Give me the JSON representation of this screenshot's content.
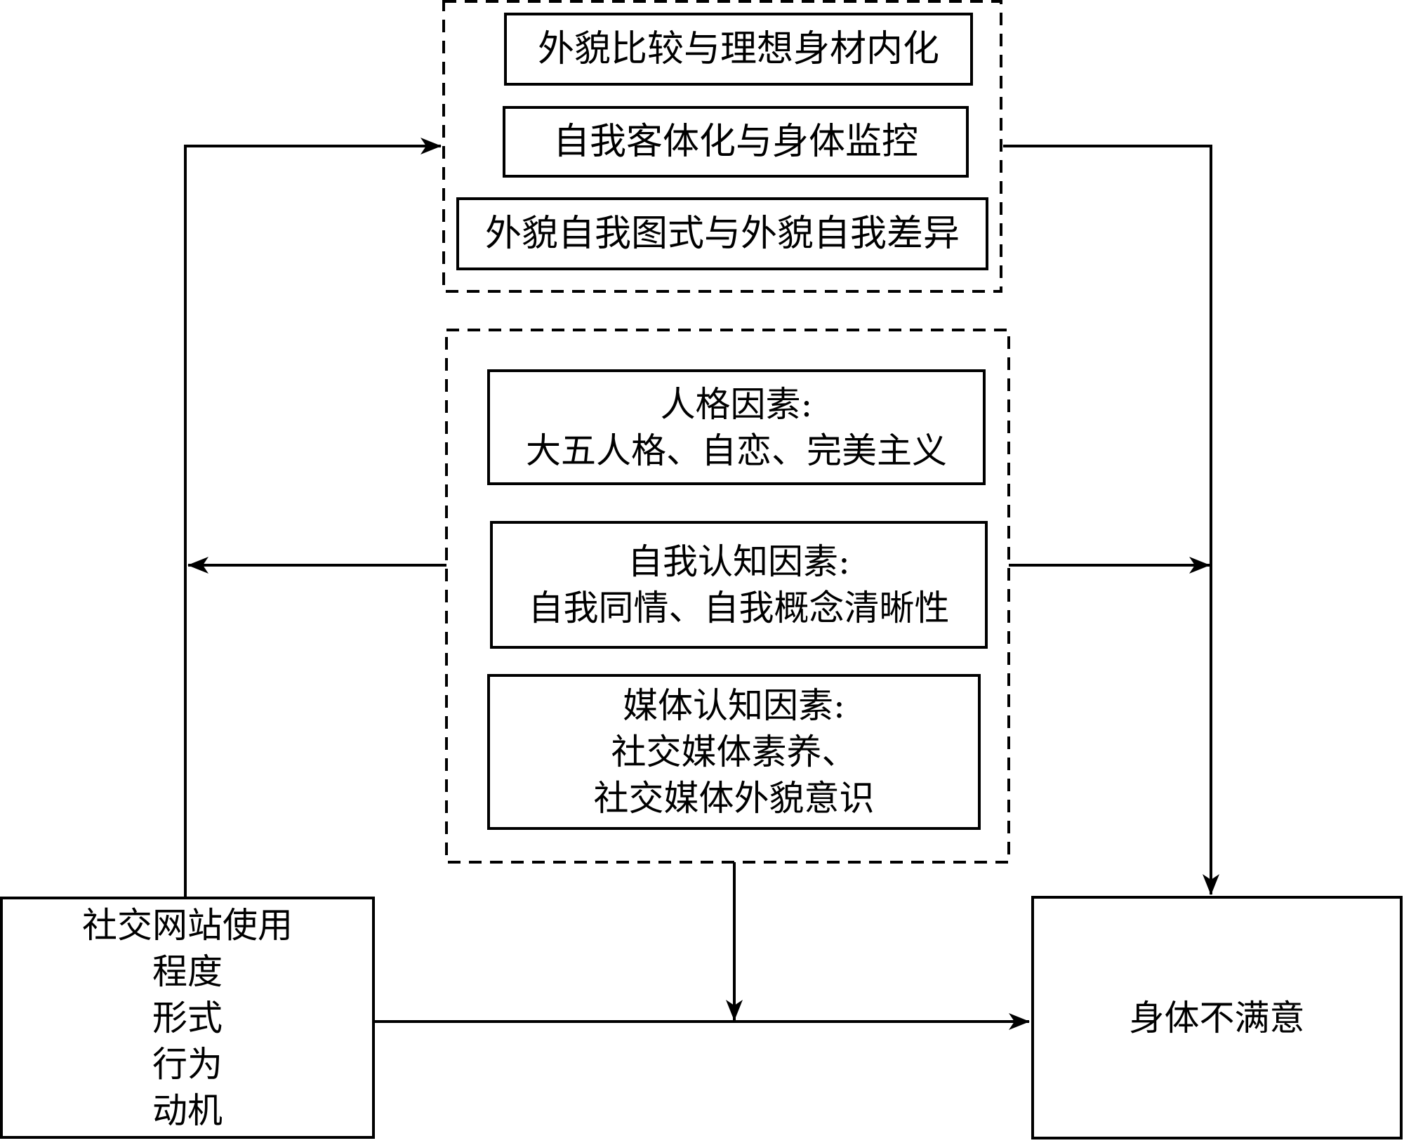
{
  "diagram": {
    "mediators_group": {
      "items": [
        {
          "label": "外貌比较与理想身材内化"
        },
        {
          "label": "自我客体化与身体监控"
        },
        {
          "label": "外貌自我图式与外貌自我差异"
        }
      ]
    },
    "moderators_group": {
      "items": [
        {
          "title": "人格因素:",
          "detail": "大五人格、自恋、完美主义"
        },
        {
          "title": "自我认知因素:",
          "detail": "自我同情、自我概念清晰性"
        },
        {
          "title": "媒体认知因素:",
          "detail_lines": [
            "社交媒体素养、",
            "社交媒体外貌意识"
          ]
        }
      ]
    },
    "source": {
      "title": "社交网站使用",
      "lines": [
        "程度",
        "形式",
        "行为",
        "动机"
      ]
    },
    "outcome": {
      "label": "身体不满意"
    },
    "colors": {
      "stroke": "#000000",
      "background": "#ffffff"
    }
  }
}
